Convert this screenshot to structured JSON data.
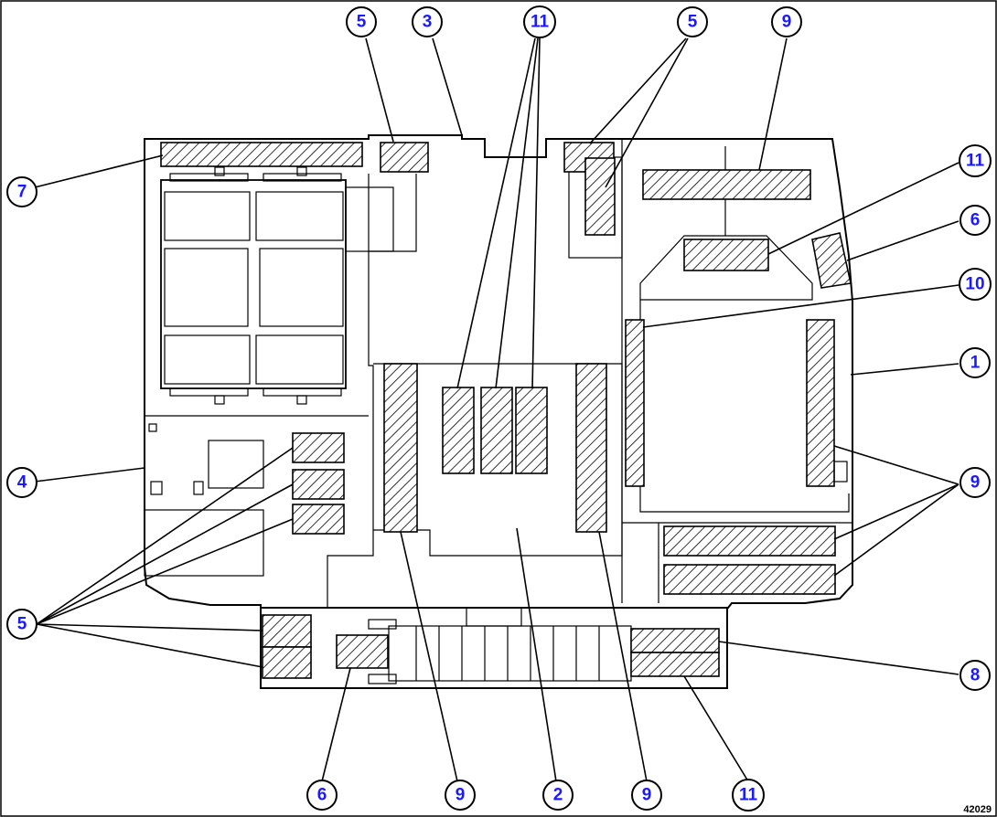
{
  "figure_number": "42029",
  "callouts": [
    {
      "id": "c-5-top-left",
      "label": "5"
    },
    {
      "id": "c-3-top",
      "label": "3"
    },
    {
      "id": "c-11-top",
      "label": "11"
    },
    {
      "id": "c-5-top-right",
      "label": "5"
    },
    {
      "id": "c-9-top-right",
      "label": "9"
    },
    {
      "id": "c-7-left",
      "label": "7"
    },
    {
      "id": "c-11-right",
      "label": "11"
    },
    {
      "id": "c-6-right",
      "label": "6"
    },
    {
      "id": "c-10-right",
      "label": "10"
    },
    {
      "id": "c-1-right",
      "label": "1"
    },
    {
      "id": "c-4-left",
      "label": "4"
    },
    {
      "id": "c-9-right",
      "label": "9"
    },
    {
      "id": "c-5-left",
      "label": "5"
    },
    {
      "id": "c-8-right",
      "label": "8"
    },
    {
      "id": "c-6-bottom",
      "label": "6"
    },
    {
      "id": "c-9-bottom-left",
      "label": "9"
    },
    {
      "id": "c-2-bottom",
      "label": "2"
    },
    {
      "id": "c-9-bottom-right",
      "label": "9"
    },
    {
      "id": "c-11-bottom",
      "label": "11"
    }
  ]
}
